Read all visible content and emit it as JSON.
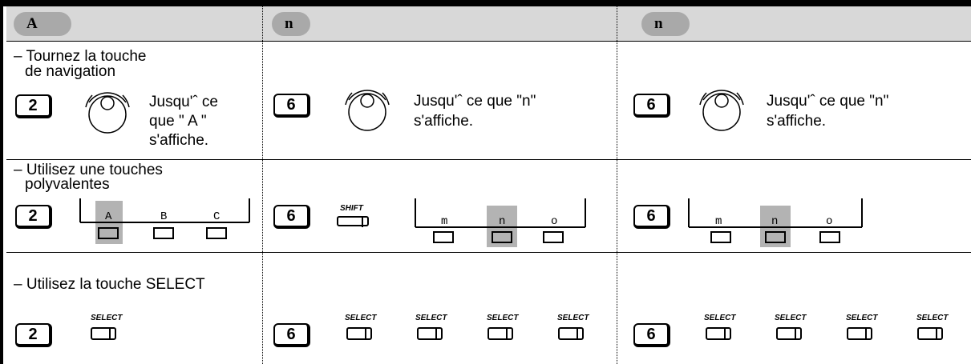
{
  "header": {
    "col1_char": "A",
    "col2_char": "n",
    "col3_char": "n"
  },
  "row1": {
    "instruction": "– Tournez la touche\n de navigation",
    "instruction_line1": "– Tournez la touche",
    "instruction_line2": "de navigation",
    "col1": {
      "key": "2",
      "text_l1": "Jusqu'ˆ ce",
      "text_l2": "que \" A \"",
      "text_l3": "s'affiche."
    },
    "col2": {
      "key": "6",
      "text_l1": "Jusqu'ˆ ce que \"n\"",
      "text_l2": "s'affiche."
    },
    "col3": {
      "key": "6",
      "text_l1": "Jusqu'ˆ ce que \"n\"",
      "text_l2": "s'affiche."
    }
  },
  "row2": {
    "instruction_line1": "– Utilisez une touches",
    "instruction_line2": "polyvalentes",
    "col1": {
      "key": "2",
      "letters": [
        "A",
        "B",
        "C"
      ],
      "highlight": 0
    },
    "col2": {
      "key": "6",
      "shift_label": "SHIFT",
      "letters": [
        "m",
        "n",
        "o"
      ],
      "highlight": 1
    },
    "col3": {
      "key": "6",
      "letters": [
        "m",
        "n",
        "o"
      ],
      "highlight": 1
    }
  },
  "row3": {
    "instruction": "– Utilisez la touche SELECT",
    "col1": {
      "key": "2",
      "select_labels": [
        "SELECT"
      ]
    },
    "col2": {
      "key": "6",
      "select_labels": [
        "SELECT",
        "SELECT",
        "SELECT",
        "SELECT"
      ]
    },
    "col3": {
      "key": "6",
      "select_labels": [
        "SELECT",
        "SELECT",
        "SELECT",
        "SELECT"
      ]
    }
  },
  "colors": {
    "header_band": "#d8d8d8",
    "pill": "#a9a9a9",
    "highlight": "#b3b3b3",
    "ink": "#000000"
  }
}
